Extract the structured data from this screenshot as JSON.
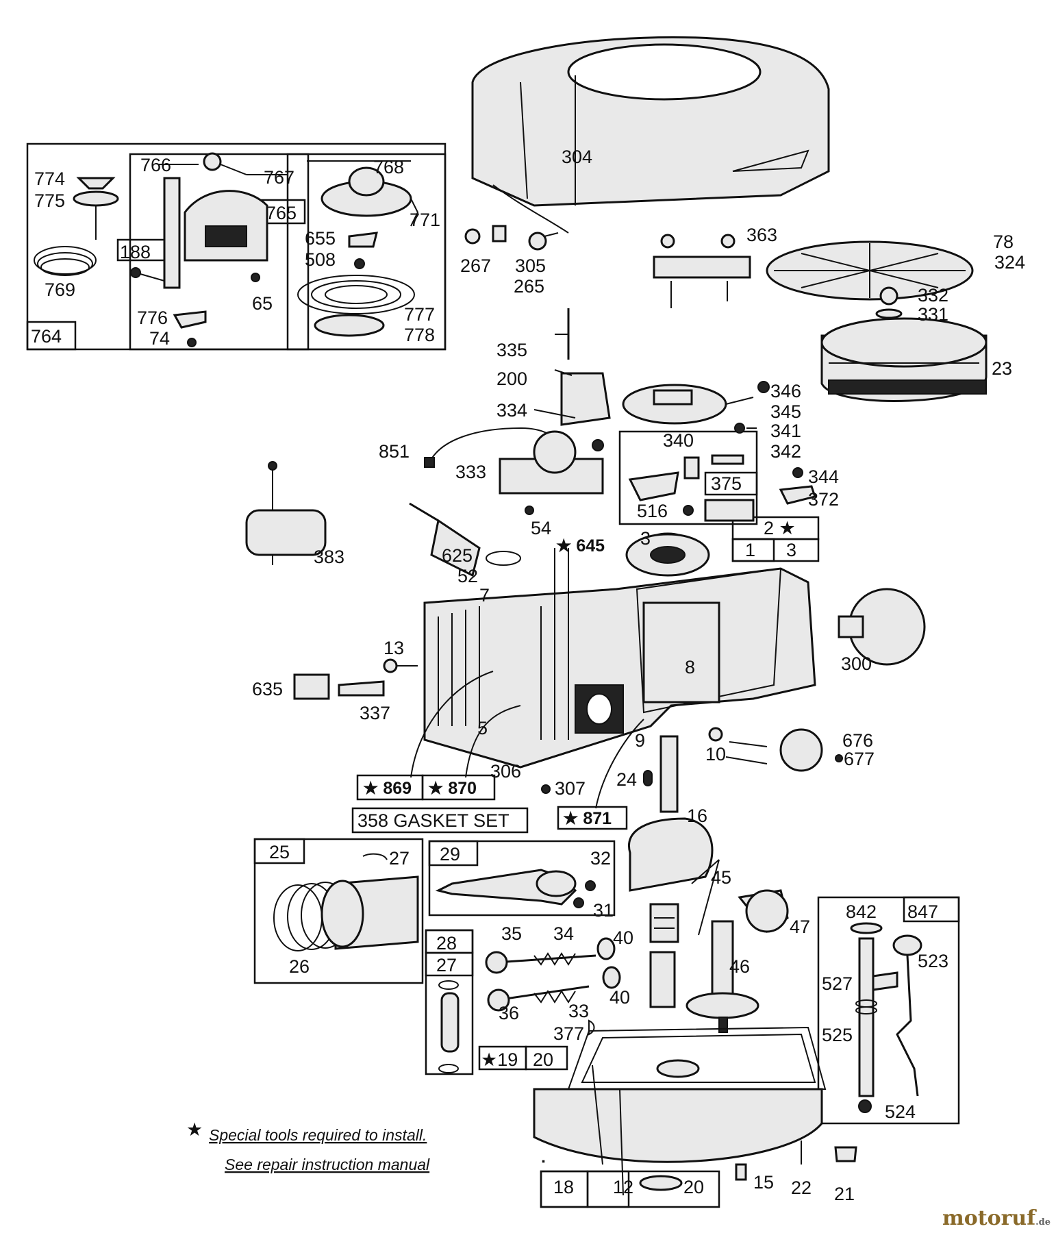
{
  "labels": {
    "l304": "304",
    "l774": "774",
    "l775": "775",
    "l769": "769",
    "l764": "764",
    "l766": "766",
    "l767": "767",
    "l765": "765",
    "l188": "188",
    "l776": "776",
    "l74": "74",
    "l65": "65",
    "l768": "768",
    "l771": "771",
    "l655": "655",
    "l508": "508",
    "l777": "777",
    "l778": "778",
    "l267": "267",
    "l265": "265",
    "l305": "305",
    "l363": "363",
    "l78": "78",
    "l324": "324",
    "l332": "332",
    "l331": "331",
    "l23": "23",
    "l335": "335",
    "l200": "200",
    "l334": "334",
    "l851": "851",
    "l333": "333",
    "l346": "346",
    "l345": "345",
    "l341": "341",
    "l340": "340",
    "l342": "342",
    "l375": "375",
    "l344": "344",
    "l372": "372",
    "l516": "516",
    "l2s": "2 ★",
    "l1": "1",
    "l3a": "3",
    "l3b": "3",
    "l383": "383",
    "l54": "54",
    "l625": "625",
    "l645": "★ 645",
    "l52": "52",
    "l7": "7",
    "l13": "13",
    "l300": "300",
    "l8": "8",
    "l635": "635",
    "l337": "337",
    "l5": "5",
    "l9": "9",
    "l10": "10",
    "l676": "676",
    "l677": "677",
    "l306": "306",
    "l869": "★ 869",
    "l870": "★ 870",
    "l307": "307",
    "l24": "24",
    "l871": "★ 871",
    "l358": "358 GASKET SET",
    "l16": "16",
    "l25": "25",
    "l27a": "27",
    "l26": "26",
    "l29": "29",
    "l32": "32",
    "l31": "31",
    "l45": "45",
    "l47": "47",
    "l28": "28",
    "l27b": "27",
    "l35": "35",
    "l34": "34",
    "l40a": "40",
    "l36": "36",
    "l33": "33",
    "l40b": "40",
    "l46": "46",
    "l842": "842",
    "l847": "847",
    "l523": "523",
    "l527": "527",
    "l525": "525",
    "l524": "524",
    "l377": "377",
    "l19": "★19",
    "l20a": "20",
    "l18": "18",
    "l12": "12",
    "l20b": "20",
    "l15": "15",
    "l22": "22",
    "l21": "21"
  },
  "footnote": {
    "line1": "Special tools required to install.",
    "line2": "See repair instruction manual",
    "star": "★"
  },
  "watermark": {
    "brand": "motoruf",
    "tld": ".de"
  }
}
